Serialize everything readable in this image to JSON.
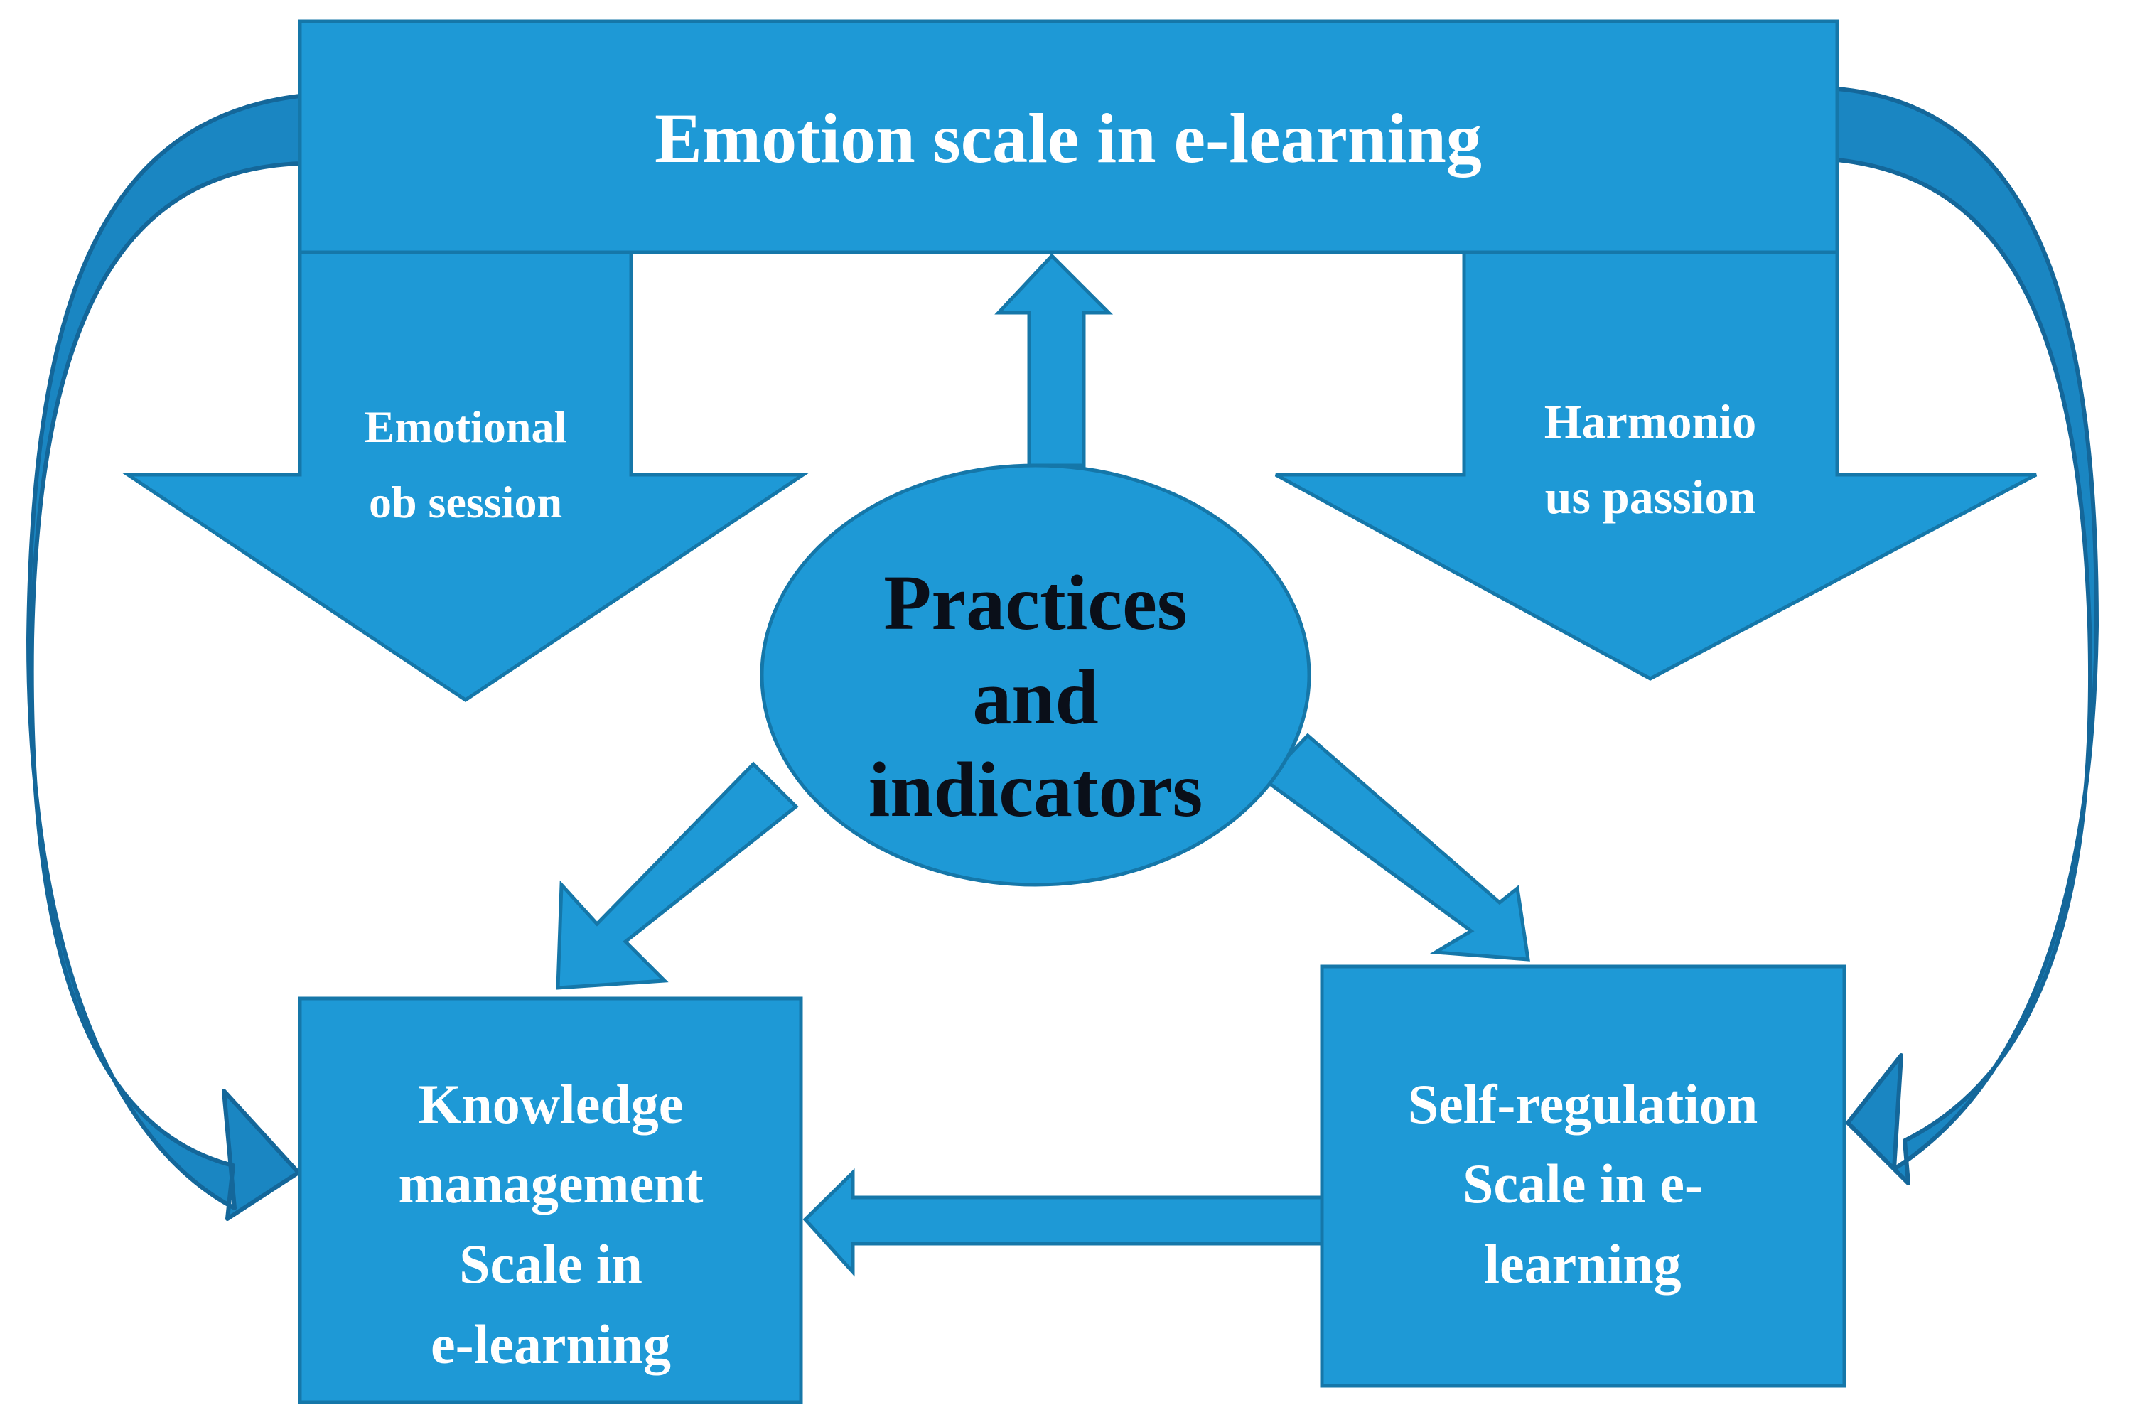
{
  "colors": {
    "box_fill": "#1e99d6",
    "box_stroke": "#1577a9",
    "curve_fill": "#1a86c2",
    "curve_stroke": "#14679a",
    "title_text": "#ffffff",
    "center_text": "#0a0f19"
  },
  "header": {
    "title": "Emotion scale in e-learning"
  },
  "arrows": {
    "left_down": {
      "line1": "Emotional",
      "line2": "ob session"
    },
    "right_down": {
      "line1": "Harmonio",
      "line2": "us passion"
    }
  },
  "center": {
    "line1": "Practices",
    "line2": "and",
    "line3": "indicators"
  },
  "knowledge_box": {
    "line1": "Knowledge",
    "line2": "management",
    "line3": "Scale in",
    "line4": "e-learning"
  },
  "self_box": {
    "line1": "Self-regulation",
    "line2": "Scale in e-",
    "line3": "learning"
  }
}
